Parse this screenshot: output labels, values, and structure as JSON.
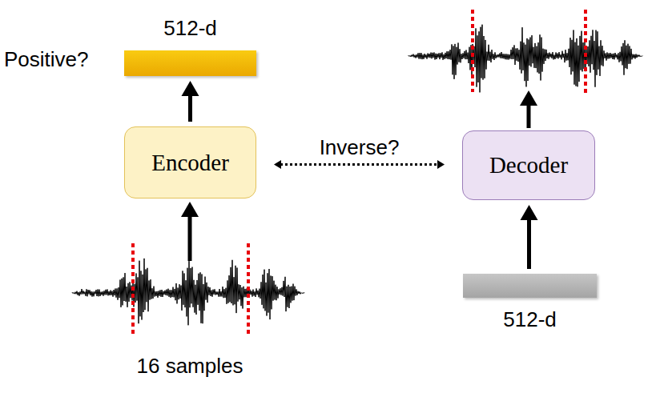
{
  "diagram": {
    "nodes": [
      {
        "text": [
          "512-d"
        ]
      },
      {
        "text": [
          "Encoder"
        ]
      },
      {
        "text": [
          "Decoder"
        ]
      },
      {
        "text": [
          "512-d"
        ]
      }
    ],
    "edges": [
      {
        "from": 1,
        "to": 0,
        "arrow": "to"
      },
      {
        "from": 1,
        "to": 2,
        "label": "Inverse?",
        "arrow": "both"
      },
      {
        "from": 3,
        "to": 2,
        "arrow": "to"
      }
    ],
    "labels": [
      "Positive?",
      "16 samples"
    ]
  }
}
